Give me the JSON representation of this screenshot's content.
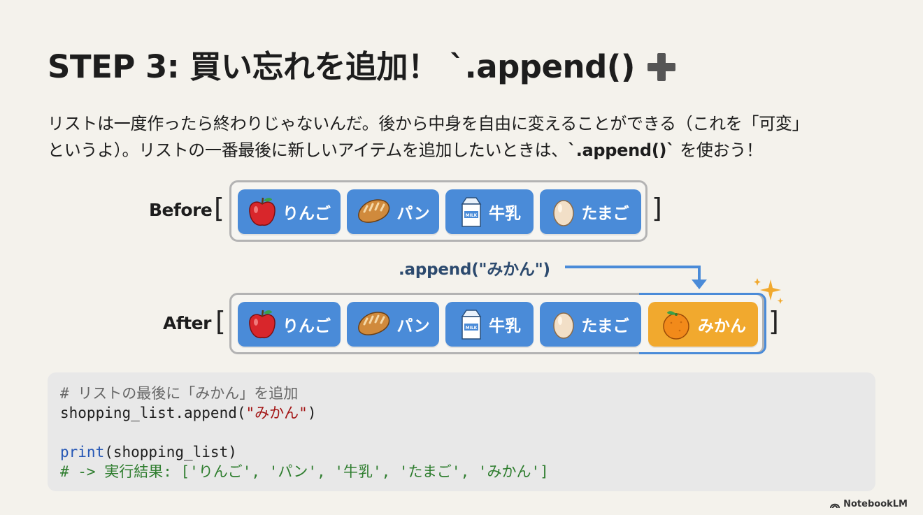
{
  "title": "STEP 3: 買い忘れを追加！ `.append()",
  "description": {
    "line1": "リストは一度作ったら終わりじゃないんだ。後から中身を自由に変えることができる（これを「可変」",
    "line2_pre": "というよ）。リストの一番最後に新しいアイテムを追加したいときは、",
    "line2_code": "`.append()`",
    "line2_post": " を使おう！"
  },
  "diagram": {
    "before_label": "Before",
    "after_label": "After",
    "open_bracket": "[",
    "close_bracket": "]",
    "append_call": ".append(\"みかん\")",
    "items": [
      {
        "label": "りんご",
        "icon": "apple-icon"
      },
      {
        "label": "パン",
        "icon": "bread-icon"
      },
      {
        "label": "牛乳",
        "icon": "milk-carton-icon"
      },
      {
        "label": "たまご",
        "icon": "egg-icon"
      }
    ],
    "new_item": {
      "label": "みかん",
      "icon": "orange-icon"
    },
    "colors": {
      "chip": "#4a8bd8",
      "new_chip": "#f1a92e",
      "frame": "#b3b3b3"
    }
  },
  "code": {
    "comment1": "# リストの最後に「みかん」を追加",
    "line2_pre": "shopping_list.append(",
    "line2_str": "\"みかん\"",
    "line2_post": ")",
    "line4_kw": "print",
    "line4_rest": "(shopping_list)",
    "comment2": "# -> 実行結果: ['りんご', 'パン', '牛乳', 'たまご', 'みかん']"
  },
  "brand": "NotebookLM"
}
